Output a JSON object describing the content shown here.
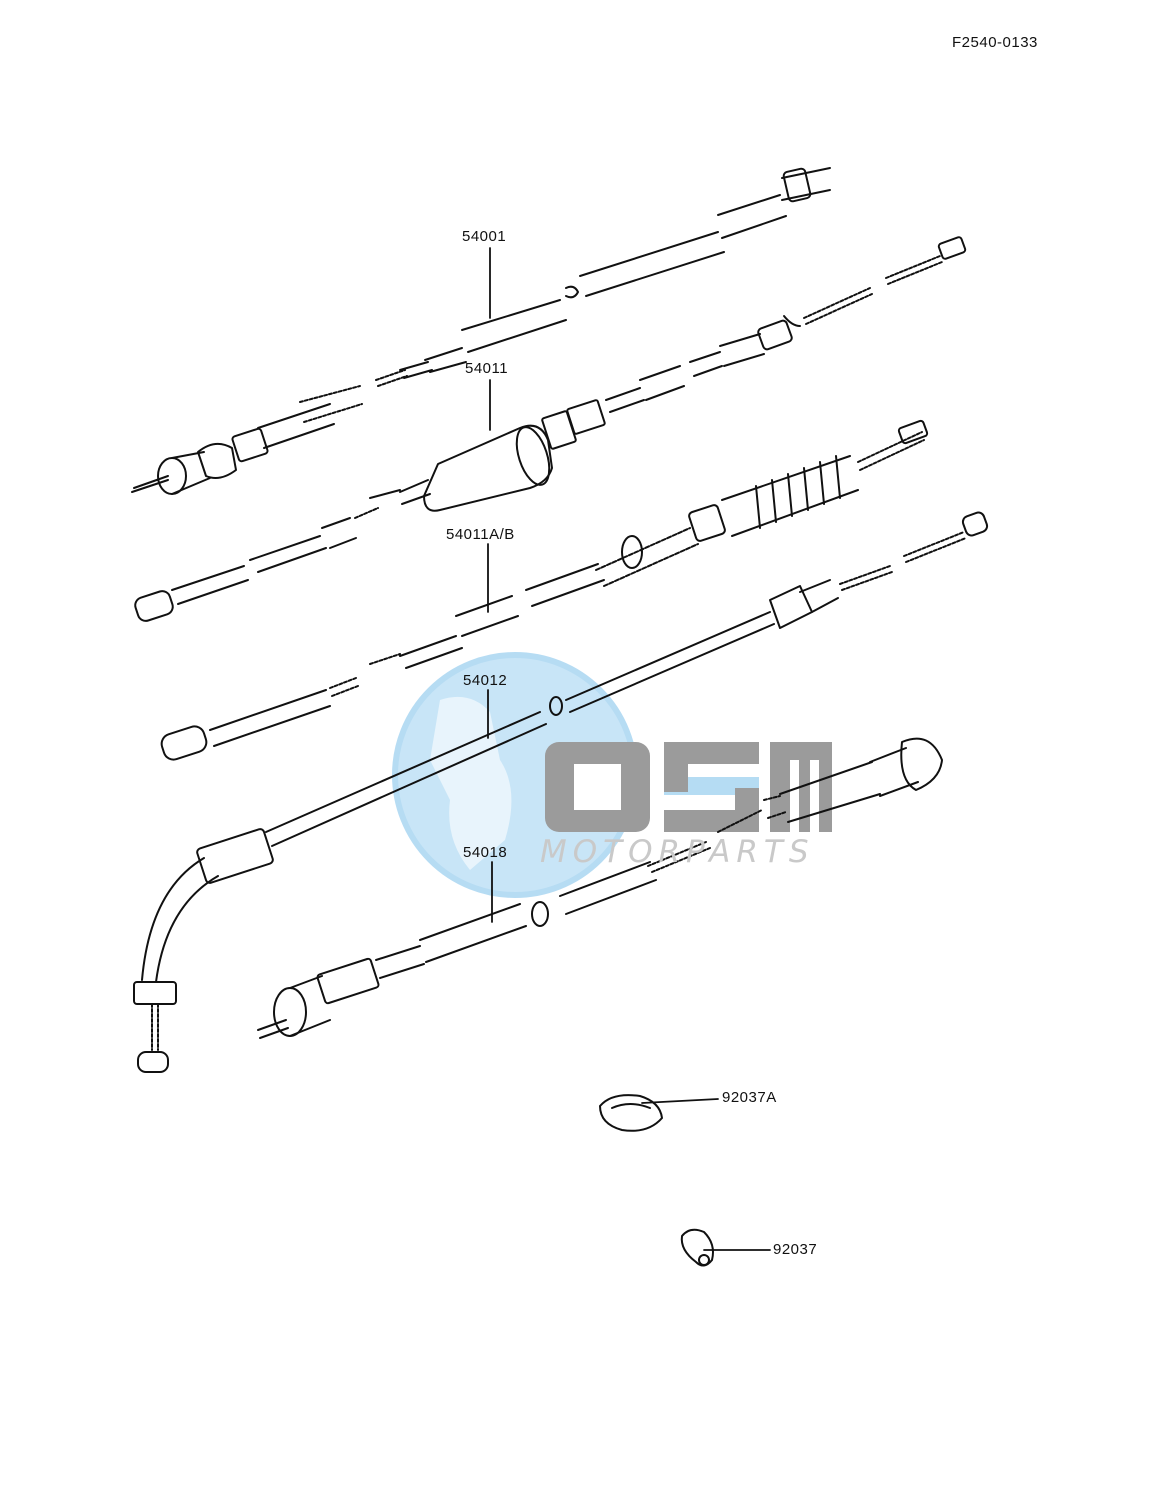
{
  "diagram_code": "F2540-0133",
  "callouts": {
    "c54001": "54001",
    "c54011": "54011",
    "c54011ab": "54011A/B",
    "c54012": "54012",
    "c54018": "54018",
    "c92037a": "92037A",
    "c92037": "92037"
  },
  "watermark": {
    "sub": "MOTORPARTS",
    "colors": {
      "globe": "#bfe1f6",
      "letters": "#8a8a8a",
      "accent": "#a9d7f2"
    }
  },
  "colors": {
    "line": "#111111",
    "background": "#ffffff"
  }
}
